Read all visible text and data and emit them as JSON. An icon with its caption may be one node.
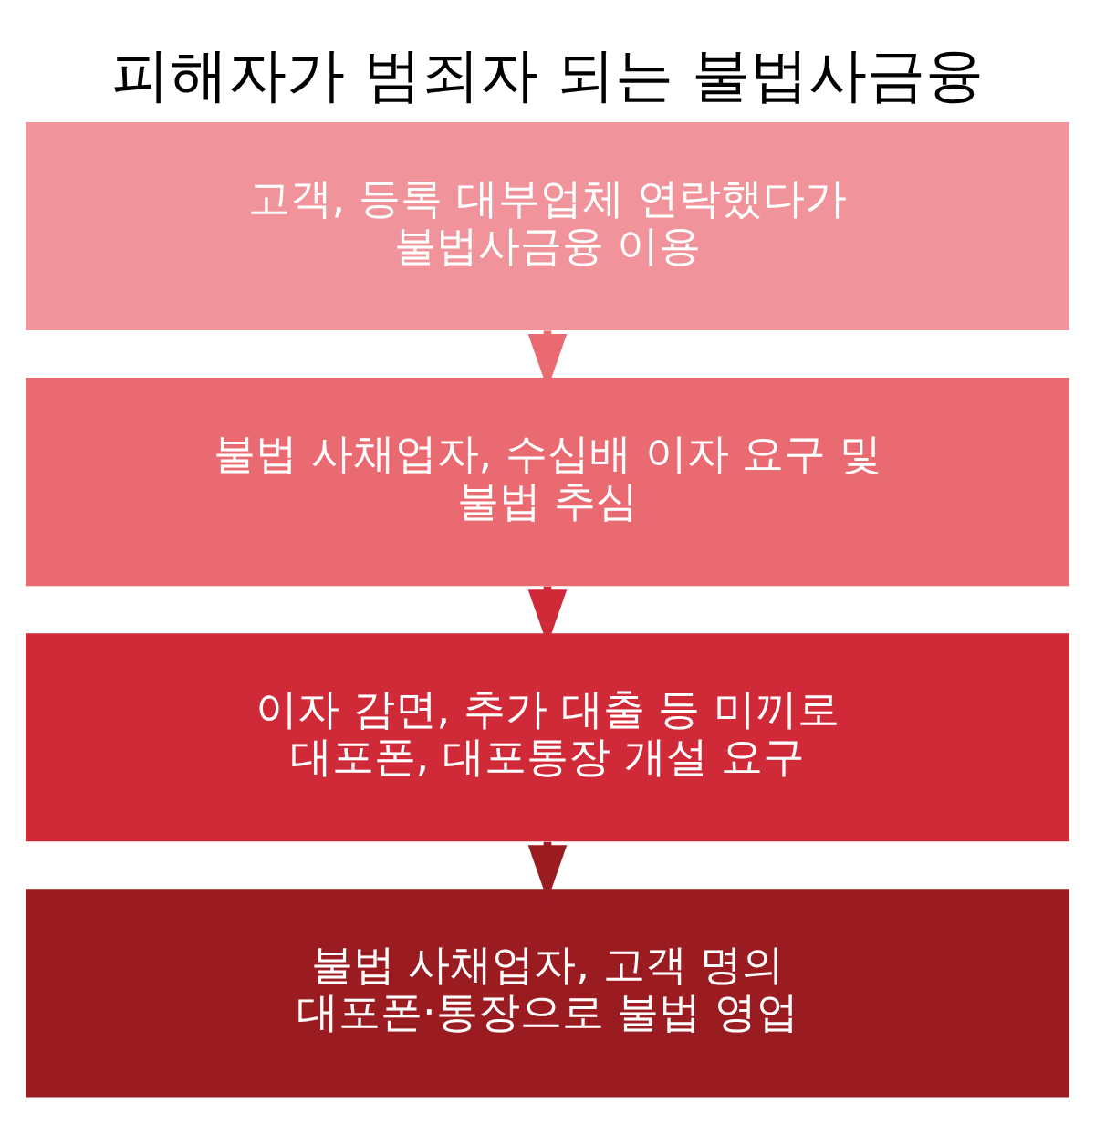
{
  "diagram": {
    "title": "피해자가 범죄자 되는 불법사금융",
    "nodes": [
      {
        "text": [
          "고객, 등록 대부업체 연락했다가 불법사금융 이용"
        ]
      },
      {
        "text": [
          "불법 사채업자, 수십배 이자 요구 및 불법 추심"
        ]
      },
      {
        "text": [
          "이자 감면, 추가 대출 등 미끼로 대포폰, 대포통장 개설 요구"
        ]
      },
      {
        "text": [
          "불법 사채업자, 고객 명의 대포폰·통장으로 불법 영업"
        ]
      }
    ],
    "edges": [
      {
        "from": 0,
        "to": 1,
        "arrow": "to"
      },
      {
        "from": 1,
        "to": 2,
        "arrow": "to"
      },
      {
        "from": 2,
        "to": 3,
        "arrow": "to"
      }
    ]
  }
}
